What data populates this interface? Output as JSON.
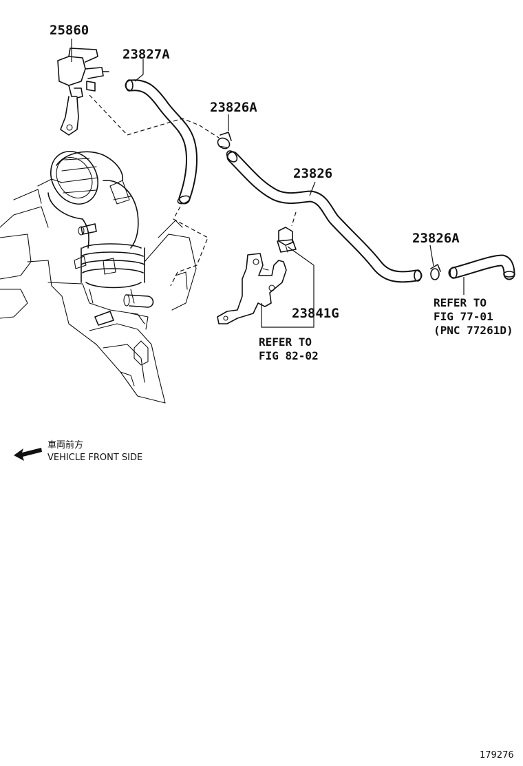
{
  "parts": {
    "p25860": "25860",
    "p23827A": "23827A",
    "p23826A_upper": "23826A",
    "p23826": "23826",
    "p23826A_lower": "23826A",
    "p23841G": "23841G"
  },
  "refs": {
    "bracket_ref_line1": "REFER TO",
    "bracket_ref_line2": "FIG 82-02",
    "hose_ref_line1": "REFER TO",
    "hose_ref_line2": "FIG 77-01",
    "hose_ref_line3": "(PNC 77261D)"
  },
  "legend": {
    "japanese": "車両前方",
    "english": "VEHICLE FRONT SIDE",
    "arrow_icon": "left-arrow-icon"
  },
  "figure_id": "179276"
}
